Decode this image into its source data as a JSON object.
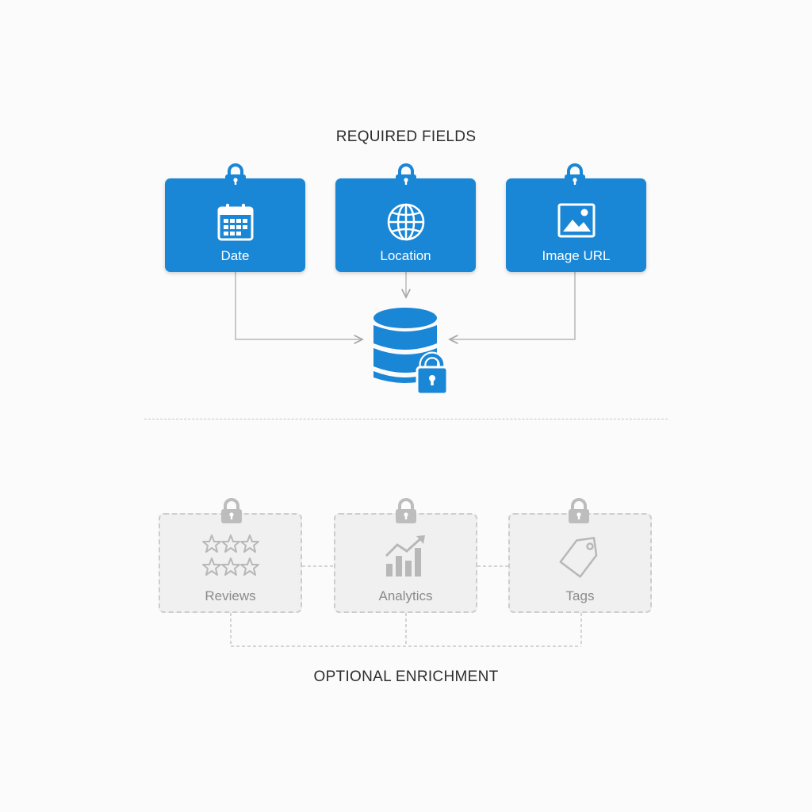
{
  "required": {
    "title": "REQUIRED FIELDS",
    "cards": [
      {
        "label": "Date",
        "icon": "calendar-icon"
      },
      {
        "label": "Location",
        "icon": "globe-icon"
      },
      {
        "label": "Image URL",
        "icon": "image-icon"
      }
    ],
    "target_icon": "database-lock-icon",
    "lock_icon": "padlock-icon"
  },
  "optional": {
    "title": "OPTIONAL ENRICHMENT",
    "cards": [
      {
        "label": "Reviews",
        "icon": "star-rating-icon"
      },
      {
        "label": "Analytics",
        "icon": "bar-chart-icon"
      },
      {
        "label": "Tags",
        "icon": "tag-icon"
      }
    ],
    "lock_icon": "padlock-icon"
  },
  "colors": {
    "required_fill": "#1a86d6",
    "optional_fill": "#f0f0f0",
    "optional_border": "#cdcdcd",
    "connector": "#b8b8b8"
  }
}
